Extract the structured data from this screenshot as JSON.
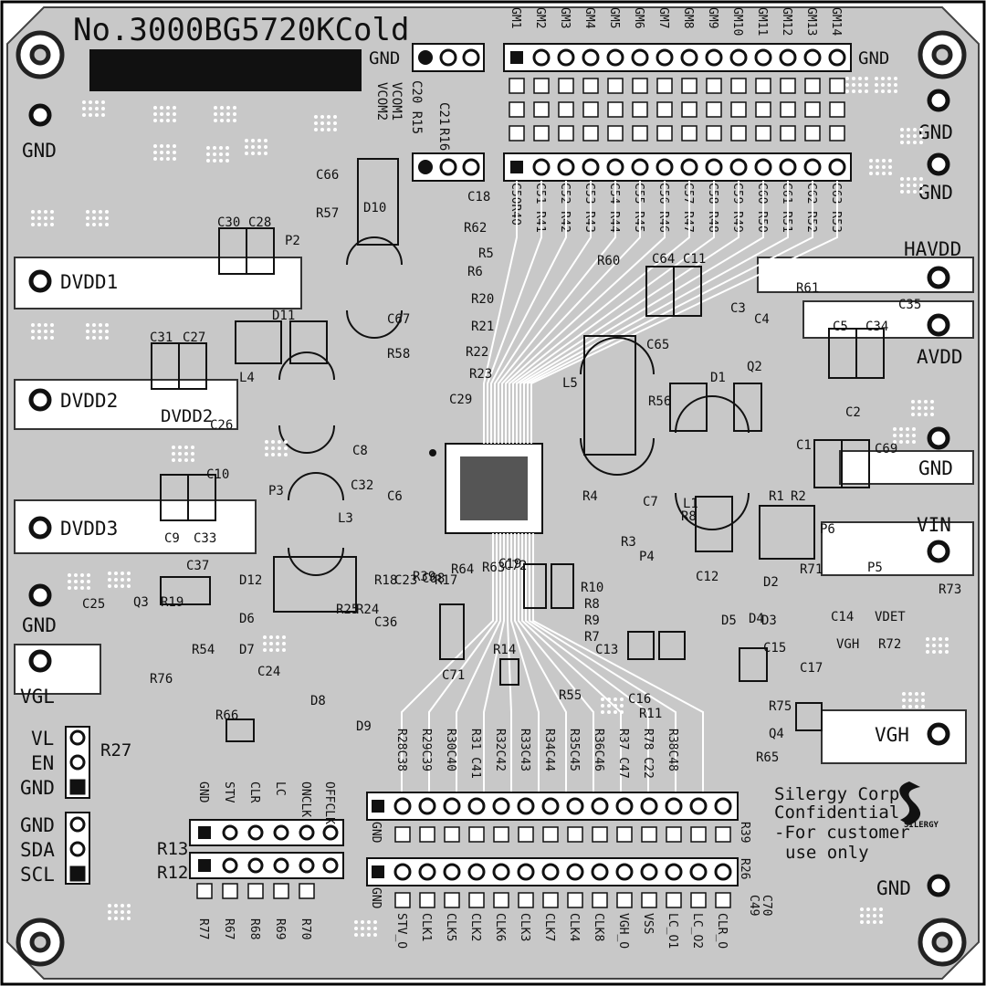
{
  "board": {
    "part_number": "No.3000BG5720KCold",
    "company_lines": [
      "Silergy Corp.",
      "Confidential",
      "-For customer",
      "use only"
    ],
    "logo_text": "SILERGY"
  },
  "top_header": {
    "gnd_left": "GND",
    "gnd_right": "GND",
    "gm_pins": [
      "GM1",
      "GM2",
      "GM3",
      "GM4",
      "GM5",
      "GM6",
      "GM7",
      "GM8",
      "GM9",
      "GM10",
      "GM11",
      "GM12",
      "GM13",
      "GM14"
    ],
    "under_row": [
      "C50R40",
      "C51 R41",
      "C52 R42",
      "C53 R43",
      "C54 R44",
      "C55 R45",
      "C56 R46",
      "C57 R47",
      "C58 R48",
      "C59 R49",
      "C60 R50",
      "C61 R51",
      "C62 R52",
      "C63 R53"
    ]
  },
  "vcom_labels": [
    "C21",
    "C20 R15",
    "R16",
    "VCOM1",
    "VCOM2"
  ],
  "power_pads": {
    "dvdd1": "DVDD1",
    "dvdd2": "DVDD2",
    "dvdd3": "DVDD3",
    "dvdd2_small": "DVDD2",
    "gnd_left_top": "GND",
    "gnd_left_mid": "GND",
    "vgl": "VGL",
    "havdd": "HAVDD",
    "avdd": "AVDD",
    "gnd_right_1": "GND",
    "gnd_right_2": "GND",
    "gnd_right_3": "GND",
    "vin": "VIN",
    "vgh": "VGH",
    "vgh_small": "VGH",
    "vdet": "VDET",
    "gnd_bottom_right": "GND"
  },
  "left_connector": {
    "rows_a": [
      "VL",
      "EN",
      "GND"
    ],
    "rows_b": [
      "GND",
      "SDA",
      "SCL"
    ],
    "r27": "R27",
    "r13": "R13",
    "r12": "R12"
  },
  "mid_connector": {
    "pins": [
      "GND",
      "STV",
      "CLR",
      "LC",
      "ONCLK",
      "OFFCLK"
    ],
    "resistors": [
      "R77",
      "R67",
      "R68",
      "R69",
      "R70"
    ]
  },
  "bottom_connector": {
    "gnd_top": "GND",
    "gnd_bottom": "GND",
    "top_labels": [
      "R28C38",
      "R29C39",
      "R30C40",
      "R31 C41",
      "R32C42",
      "R33C43",
      "R34C44",
      "R35C45",
      "R36C46",
      "R37 C47",
      "R78 C22",
      "R38C48"
    ],
    "bottom_labels": [
      "STV_O",
      "CLK1",
      "CLK5",
      "CLK2",
      "CLK6",
      "CLK3",
      "CLK7",
      "CLK4",
      "CLK8",
      "VGH_O",
      "VSS",
      "LC_O1",
      "LC_O2",
      "CLR_O"
    ],
    "side": [
      "R39",
      "R26",
      "C70",
      "C49"
    ]
  },
  "components": [
    {
      "t": "C18"
    },
    {
      "t": "R62"
    },
    {
      "t": "R5"
    },
    {
      "t": "R6"
    },
    {
      "t": "R20"
    },
    {
      "t": "R21"
    },
    {
      "t": "R22"
    },
    {
      "t": "R23"
    },
    {
      "t": "C29"
    },
    {
      "t": "D10"
    },
    {
      "t": "C66"
    },
    {
      "t": "R57"
    },
    {
      "t": "C30"
    },
    {
      "t": "C28"
    },
    {
      "t": "P2"
    },
    {
      "t": "D11"
    },
    {
      "t": "C31"
    },
    {
      "t": "C27"
    },
    {
      "t": "L4"
    },
    {
      "t": "C67"
    },
    {
      "t": "R58"
    },
    {
      "t": "C26"
    },
    {
      "t": "C8"
    },
    {
      "t": "C10"
    },
    {
      "t": "C32"
    },
    {
      "t": "P3"
    },
    {
      "t": "C9"
    },
    {
      "t": "C33"
    },
    {
      "t": "C6"
    },
    {
      "t": "L3"
    },
    {
      "t": "C37"
    },
    {
      "t": "D12"
    },
    {
      "t": "C25"
    },
    {
      "t": "Q3"
    },
    {
      "t": "R19"
    },
    {
      "t": "D6"
    },
    {
      "t": "R54"
    },
    {
      "t": "D7"
    },
    {
      "t": "R76"
    },
    {
      "t": "C24"
    },
    {
      "t": "D8"
    },
    {
      "t": "D9"
    },
    {
      "t": "R66"
    },
    {
      "t": "R25"
    },
    {
      "t": "R24"
    },
    {
      "t": "C36"
    },
    {
      "t": "R18"
    },
    {
      "t": "C23"
    },
    {
      "t": "R39"
    },
    {
      "t": "C68"
    },
    {
      "t": "R17"
    },
    {
      "t": "R64"
    },
    {
      "t": "R63"
    },
    {
      "t": "C19"
    },
    {
      "t": "C72"
    },
    {
      "t": "C71"
    },
    {
      "t": "R14"
    },
    {
      "t": "R60"
    },
    {
      "t": "C64"
    },
    {
      "t": "C11"
    },
    {
      "t": "C65"
    },
    {
      "t": "L5"
    },
    {
      "t": "R56"
    },
    {
      "t": "R61"
    },
    {
      "t": "C3"
    },
    {
      "t": "C4"
    },
    {
      "t": "C35"
    },
    {
      "t": "C5"
    },
    {
      "t": "C34"
    },
    {
      "t": "D1"
    },
    {
      "t": "Q2"
    },
    {
      "t": "C2"
    },
    {
      "t": "C1"
    },
    {
      "t": "C69"
    },
    {
      "t": "R1"
    },
    {
      "t": "R2"
    },
    {
      "t": "L1"
    },
    {
      "t": "R4"
    },
    {
      "t": "C7"
    },
    {
      "t": "R8"
    },
    {
      "t": "R3"
    },
    {
      "t": "P4"
    },
    {
      "t": "P6"
    },
    {
      "t": "R71"
    },
    {
      "t": "P5"
    },
    {
      "t": "R10"
    },
    {
      "t": "R8"
    },
    {
      "t": "R9"
    },
    {
      "t": "R7"
    },
    {
      "t": "C12"
    },
    {
      "t": "D2"
    },
    {
      "t": "D5"
    },
    {
      "t": "D4"
    },
    {
      "t": "D3"
    },
    {
      "t": "C14"
    },
    {
      "t": "R73"
    },
    {
      "t": "R72"
    },
    {
      "t": "C13"
    },
    {
      "t": "C15"
    },
    {
      "t": "C17"
    },
    {
      "t": "R55"
    },
    {
      "t": "C16"
    },
    {
      "t": "R11"
    },
    {
      "t": "R75"
    },
    {
      "t": "Q4"
    },
    {
      "t": "R65"
    }
  ],
  "colors": {
    "board": "#c8c8c8",
    "trace": "#ffffff",
    "pad": "#ffffff",
    "ink": "#111111"
  }
}
